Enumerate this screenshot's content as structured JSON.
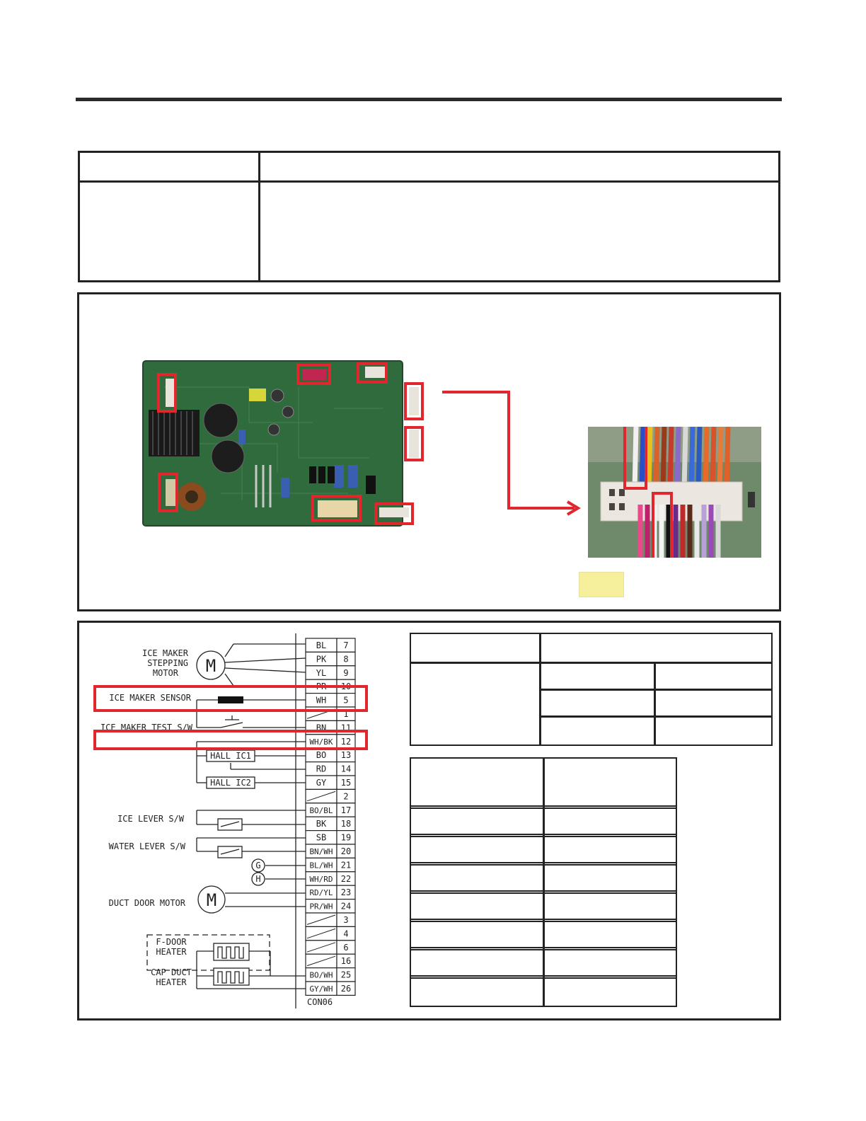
{
  "schematic": {
    "left_labels": [
      {
        "key": "motor",
        "lines": [
          "ICE MAKER",
          "STEPPING",
          "MOTOR"
        ]
      },
      {
        "key": "sensor",
        "lines": [
          "ICE MAKER SENSOR"
        ]
      },
      {
        "key": "test",
        "lines": [
          "ICE MAKER TEST S/W"
        ]
      },
      {
        "key": "hall1",
        "lines": [
          "HALL IC1"
        ]
      },
      {
        "key": "hall2",
        "lines": [
          "HALL IC2"
        ]
      },
      {
        "key": "icelever",
        "lines": [
          "ICE LEVER S/W"
        ]
      },
      {
        "key": "waterlever",
        "lines": [
          "WATER LEVER S/W"
        ]
      },
      {
        "key": "duct",
        "lines": [
          "DUCT DOOR MOTOR"
        ]
      },
      {
        "key": "fdoor",
        "lines": [
          "F-DOOR",
          "HEATER"
        ]
      },
      {
        "key": "capduct",
        "lines": [
          "CAP DUCT",
          "HEATER"
        ]
      }
    ],
    "symbols": {
      "motor": "M",
      "ground_g": "G",
      "ground_h": "H"
    },
    "pins": [
      {
        "color": "BL",
        "num": "7"
      },
      {
        "color": "PK",
        "num": "8"
      },
      {
        "color": "YL",
        "num": "9"
      },
      {
        "color": "PR",
        "num": "10"
      },
      {
        "color": "WH",
        "num": "5"
      },
      {
        "color": "",
        "num": "1"
      },
      {
        "color": "BN",
        "num": "11"
      },
      {
        "color": "WH/BK",
        "num": "12"
      },
      {
        "color": "BO",
        "num": "13"
      },
      {
        "color": "RD",
        "num": "14"
      },
      {
        "color": "GY",
        "num": "15"
      },
      {
        "color": "",
        "num": "2"
      },
      {
        "color": "BO/BL",
        "num": "17"
      },
      {
        "color": "BK",
        "num": "18"
      },
      {
        "color": "SB",
        "num": "19"
      },
      {
        "color": "BN/WH",
        "num": "20"
      },
      {
        "color": "BL/WH",
        "num": "21"
      },
      {
        "color": "WH/RD",
        "num": "22"
      },
      {
        "color": "RD/YL",
        "num": "23"
      },
      {
        "color": "PR/WH",
        "num": "24"
      },
      {
        "color": "",
        "num": "3"
      },
      {
        "color": "",
        "num": "4"
      },
      {
        "color": "",
        "num": "6"
      },
      {
        "color": "",
        "num": "16"
      },
      {
        "color": "BO/WH",
        "num": "25"
      },
      {
        "color": "GY/WH",
        "num": "26"
      }
    ],
    "connector": "CON06"
  },
  "colors": {
    "highlight": "#e1262d",
    "board": "#2f6b3c",
    "note_swatch": "#f6ef9c"
  }
}
